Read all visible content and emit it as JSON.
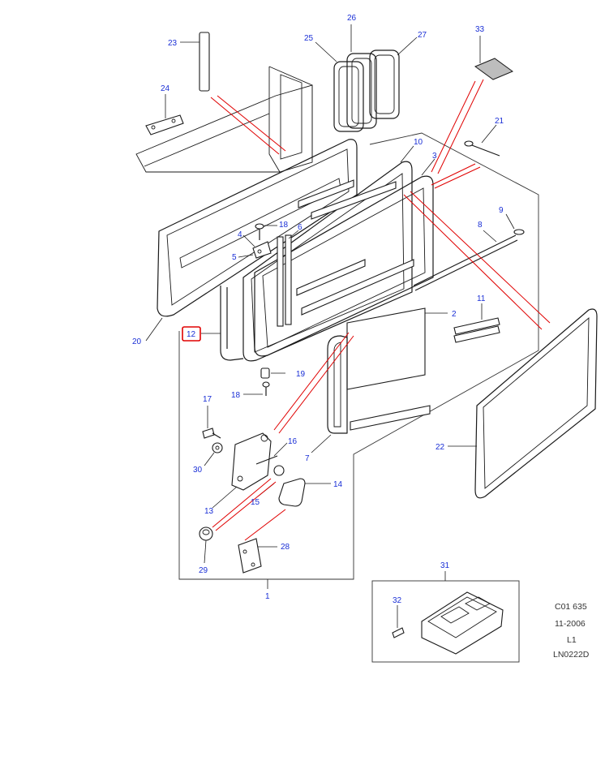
{
  "diagram": {
    "colors": {
      "callout": "#1a2fd6",
      "highlight": "#e00000",
      "line": "#1a1a1a"
    },
    "callouts": [
      {
        "id": "23",
        "label": "23"
      },
      {
        "id": "26",
        "label": "26"
      },
      {
        "id": "25",
        "label": "25"
      },
      {
        "id": "27",
        "label": "27"
      },
      {
        "id": "33",
        "label": "33"
      },
      {
        "id": "24",
        "label": "24"
      },
      {
        "id": "21",
        "label": "21"
      },
      {
        "id": "10",
        "label": "10"
      },
      {
        "id": "3",
        "label": "3"
      },
      {
        "id": "18a",
        "label": "18"
      },
      {
        "id": "6",
        "label": "6"
      },
      {
        "id": "4",
        "label": "4"
      },
      {
        "id": "5",
        "label": "5"
      },
      {
        "id": "9",
        "label": "9"
      },
      {
        "id": "8",
        "label": "8"
      },
      {
        "id": "20",
        "label": "20"
      },
      {
        "id": "12",
        "label": "12"
      },
      {
        "id": "2",
        "label": "2"
      },
      {
        "id": "11",
        "label": "11"
      },
      {
        "id": "19",
        "label": "19"
      },
      {
        "id": "18b",
        "label": "18"
      },
      {
        "id": "17",
        "label": "17"
      },
      {
        "id": "16",
        "label": "16"
      },
      {
        "id": "30",
        "label": "30"
      },
      {
        "id": "7",
        "label": "7"
      },
      {
        "id": "22",
        "label": "22"
      },
      {
        "id": "14",
        "label": "14"
      },
      {
        "id": "13",
        "label": "13"
      },
      {
        "id": "15",
        "label": "15"
      },
      {
        "id": "28",
        "label": "28"
      },
      {
        "id": "29",
        "label": "29"
      },
      {
        "id": "1",
        "label": "1"
      },
      {
        "id": "31",
        "label": "31"
      },
      {
        "id": "32",
        "label": "32"
      }
    ],
    "highlighted_callout": "12",
    "meta": {
      "code": "C01 635",
      "date": "11-2006",
      "revision": "L1",
      "illustration": "LN0222D"
    }
  }
}
